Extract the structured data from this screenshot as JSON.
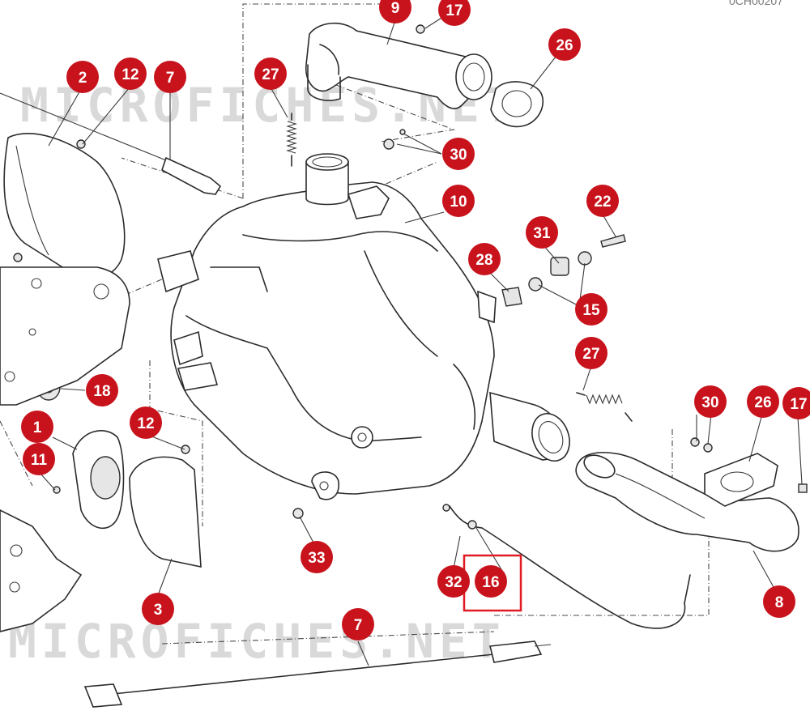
{
  "figure": {
    "reference_code": "0CH00207",
    "watermark": "MICROFICHES.NET",
    "highlighted_callout": "16"
  },
  "callouts": {
    "c9": "9",
    "c17a": "17",
    "c26a": "26",
    "c2": "2",
    "c12a": "12",
    "c7a": "7",
    "c27a": "27",
    "c30a": "30",
    "c10": "10",
    "c22": "22",
    "c31": "31",
    "c28": "28",
    "c15": "15",
    "c27b": "27",
    "c18": "18",
    "c1": "1",
    "c11": "11",
    "c12b": "12",
    "c30b": "30",
    "c26b": "26",
    "c17b": "17",
    "c33": "33",
    "c32": "32",
    "c16": "16",
    "c3": "3",
    "c8": "8",
    "c7b": "7"
  },
  "colors": {
    "callout_fill": "#c8131c",
    "callout_text": "#ffffff",
    "highlight_box": "#e01b24",
    "watermark": "#d9d9d9",
    "linework": "#2b2b2b"
  }
}
